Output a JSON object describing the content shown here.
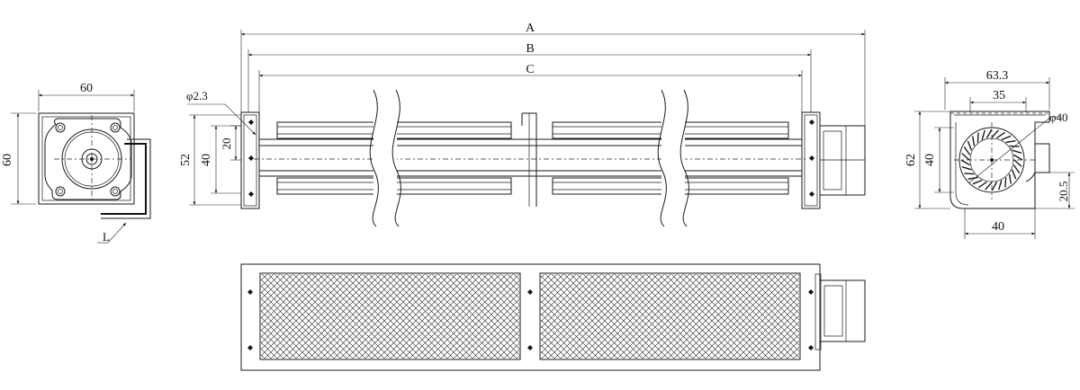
{
  "front_view": {
    "width_dim": "60",
    "height_dim": "60",
    "bracket_label": "L"
  },
  "side_view": {
    "length_A": "A",
    "length_B": "B",
    "length_C": "C",
    "hole_dim": "φ2.3",
    "dim_52": "52",
    "dim_40": "40",
    "dim_20": "20"
  },
  "end_view": {
    "width_top": "63.3",
    "width_inner": "35",
    "diameter": "φ40",
    "height_dim": "62",
    "inner_height": "40",
    "outlet_height": "20.5",
    "outlet_width": "40"
  }
}
